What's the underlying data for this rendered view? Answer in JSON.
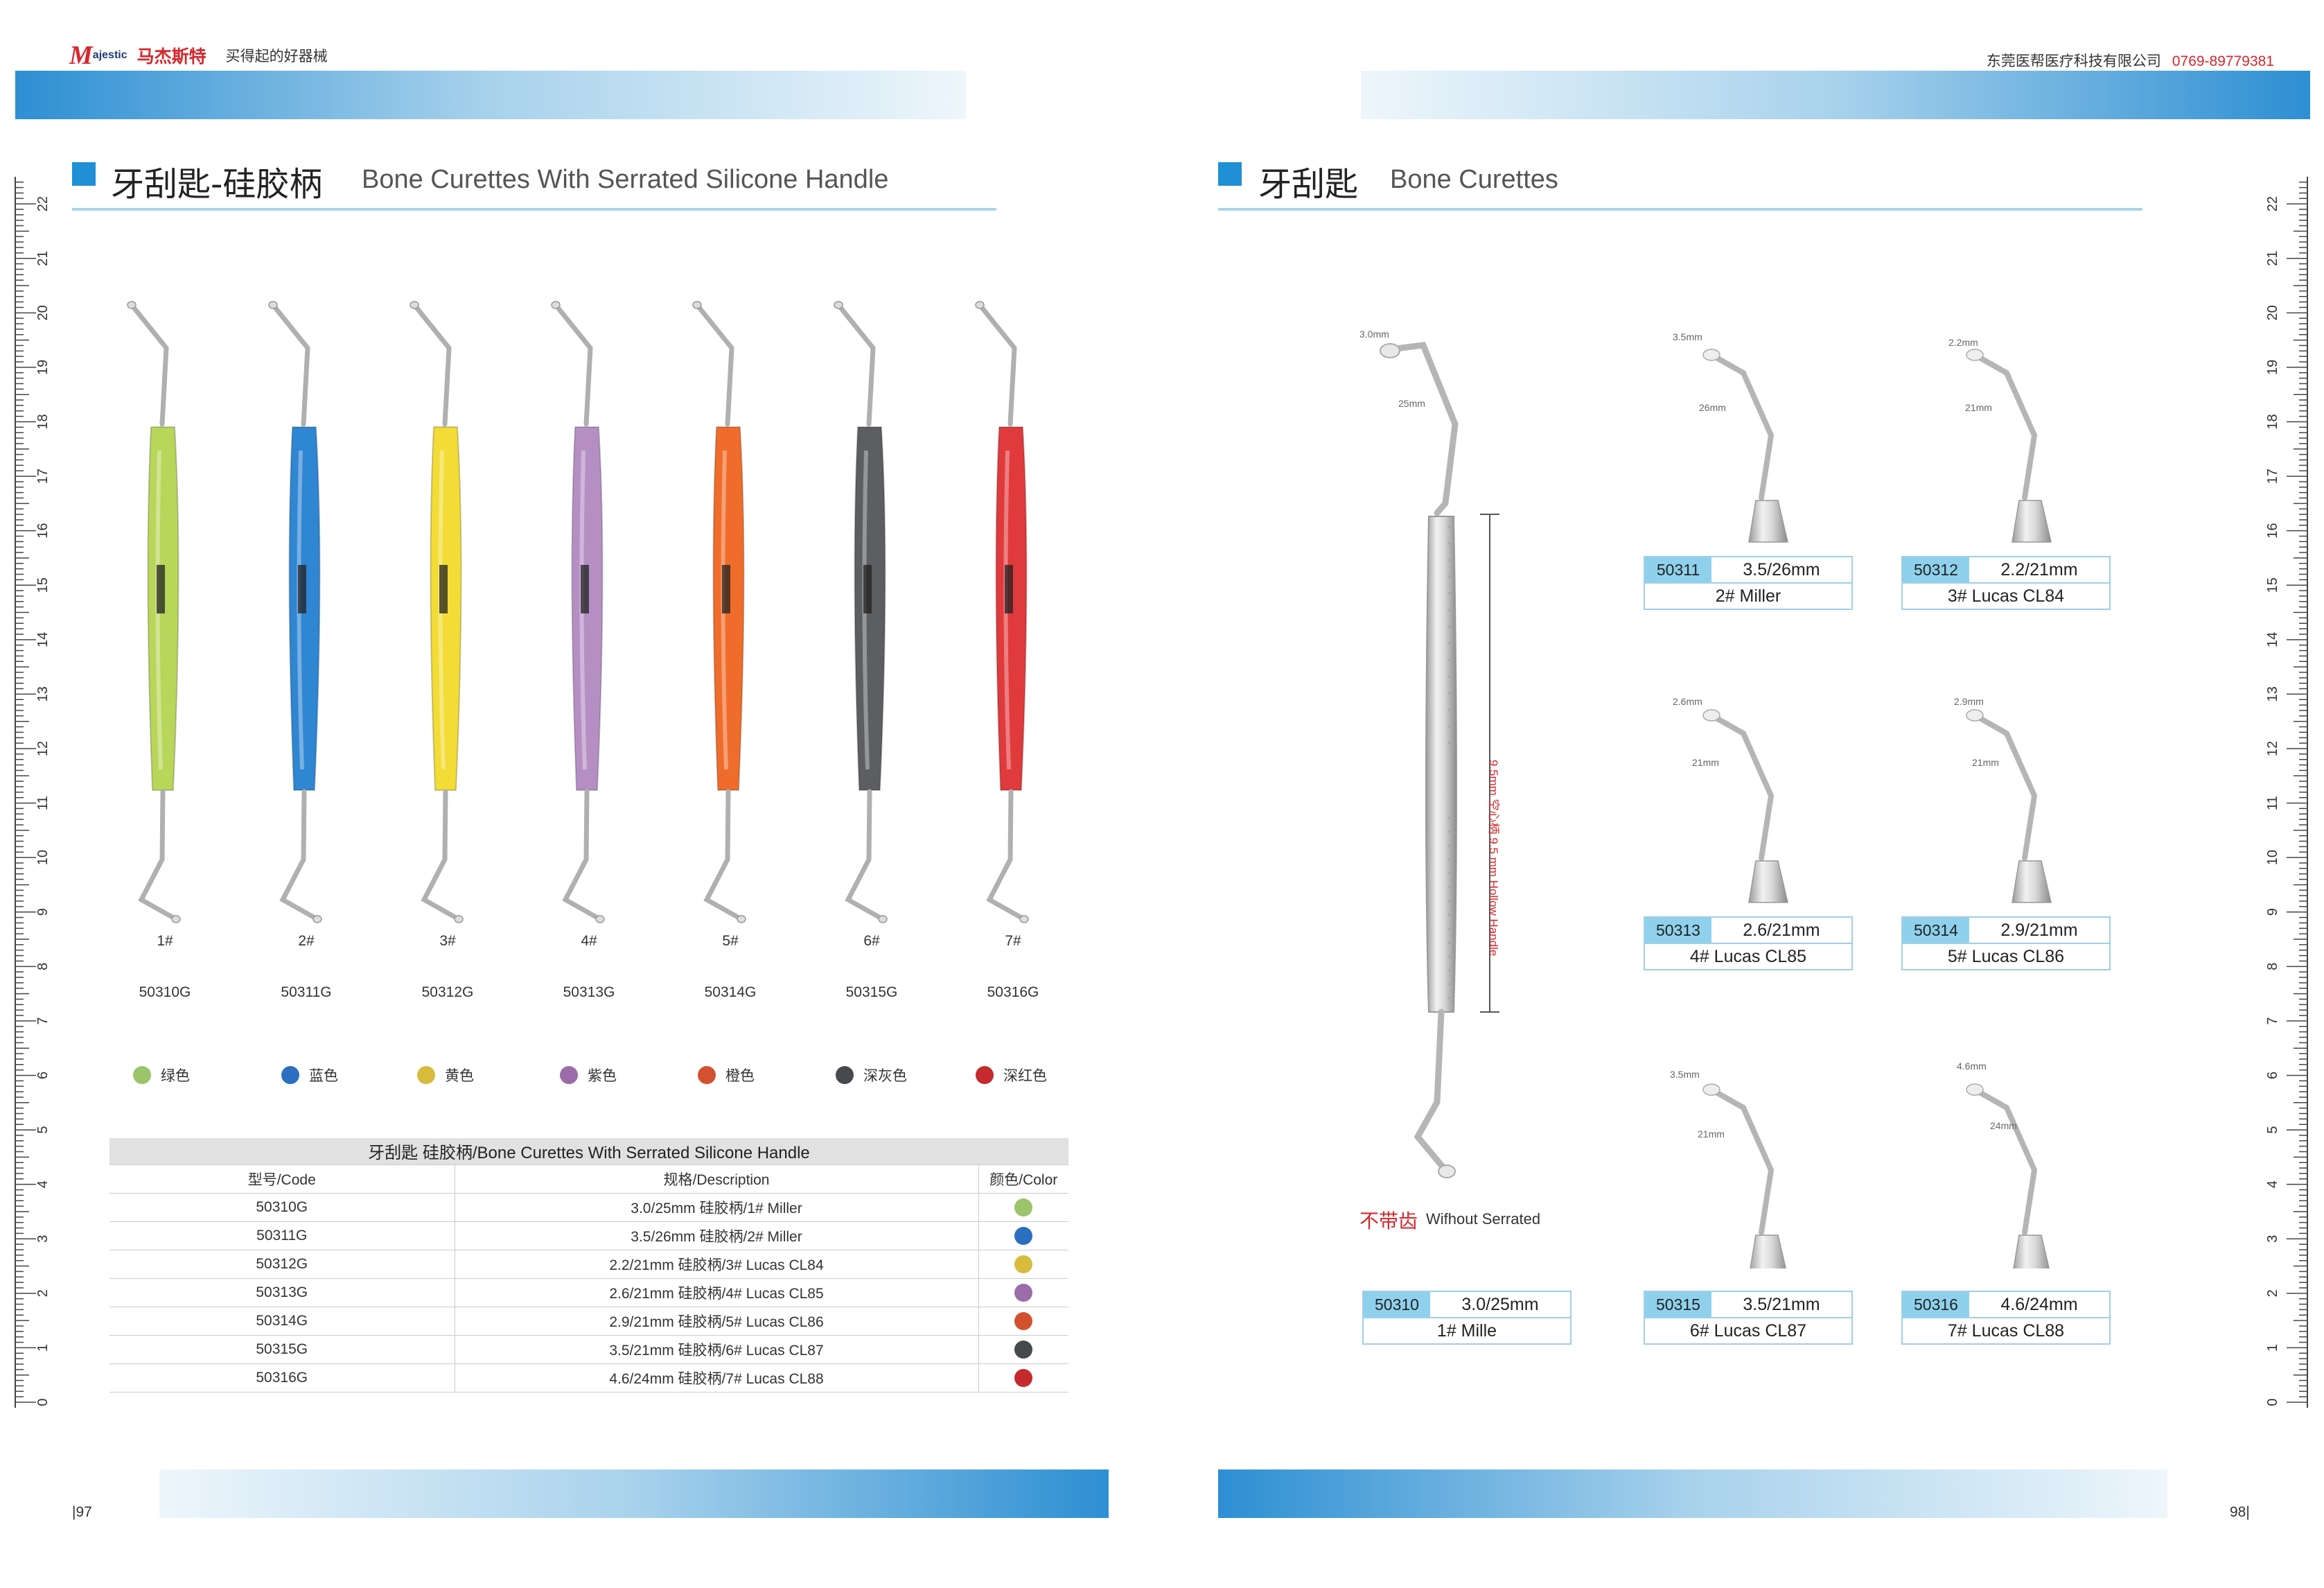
{
  "header": {
    "logo_m": "M",
    "logo_en": "ajestic",
    "logo_cn": "马杰斯特",
    "slogan": "买得起的好器械",
    "company": "东莞医帮医疗科技有限公司",
    "phone": "0769-89779381"
  },
  "left": {
    "title_cn": "牙刮匙-硅胶柄",
    "title_en": "Bone Curettes With Serrated Silicone Handle",
    "instruments": [
      {
        "num": "1#",
        "code": "50310G",
        "color_name": "绿色",
        "color": "#b8d65a",
        "dot": "#9cc46a"
      },
      {
        "num": "2#",
        "code": "50311G",
        "color_name": "蓝色",
        "color": "#2f86d2",
        "dot": "#2a6fc0"
      },
      {
        "num": "3#",
        "code": "50312G",
        "color_name": "黄色",
        "color": "#f2dc35",
        "dot": "#d6bb3c"
      },
      {
        "num": "4#",
        "code": "50313G",
        "color_name": "紫色",
        "color": "#b58fc4",
        "dot": "#9a6ca8"
      },
      {
        "num": "5#",
        "code": "50314G",
        "color_name": "橙色",
        "color": "#f06c2a",
        "dot": "#d3512e"
      },
      {
        "num": "6#",
        "code": "50315G",
        "color_name": "深灰色",
        "color": "#5c5e62",
        "dot": "#48494c"
      },
      {
        "num": "7#",
        "code": "50316G",
        "color_name": "深红色",
        "color": "#e03a3c",
        "dot": "#c42a2e"
      }
    ],
    "table": {
      "caption": "牙刮匙 硅胶柄/Bone Curettes With Serrated Silicone Handle",
      "headers": [
        "型号/Code",
        "规格/Description",
        "颜色/Color"
      ],
      "rows": [
        {
          "code": "50310G",
          "desc": "3.0/25mm 硅胶柄/1# Miller",
          "color": "#9cc46a"
        },
        {
          "code": "50311G",
          "desc": "3.5/26mm 硅胶柄/2# Miller",
          "color": "#2a6fc0"
        },
        {
          "code": "50312G",
          "desc": "2.2/21mm 硅胶柄/3# Lucas CL84",
          "color": "#d6bb3c"
        },
        {
          "code": "50313G",
          "desc": "2.6/21mm 硅胶柄/4# Lucas CL85",
          "color": "#9a6ca8"
        },
        {
          "code": "50314G",
          "desc": "2.9/21mm 硅胶柄/5# Lucas CL86",
          "color": "#d3512e"
        },
        {
          "code": "50315G",
          "desc": "3.5/21mm 硅胶柄/6# Lucas CL87",
          "color": "#48494c"
        },
        {
          "code": "50316G",
          "desc": "4.6/24mm 硅胶柄/7# Lucas CL88",
          "color": "#c42a2e"
        }
      ]
    },
    "page_num": "97"
  },
  "right": {
    "title_cn": "牙刮匙",
    "title_en": "Bone Curettes",
    "main": {
      "dim_top": "3.0mm",
      "dim_len": "25mm",
      "handle_note": "9.5mm 空心柄 9.5 mm Hollow Handle",
      "not_serrated_cn": "不带齿",
      "not_serrated_en": "Wifhout Serrated",
      "code": "50310",
      "spec": "3.0/25mm",
      "name": "1# Mille"
    },
    "tips": [
      {
        "code": "50311",
        "spec": "3.5/26mm",
        "name": "2# Miller",
        "dim_top": "3.5mm",
        "dim_len": "26mm"
      },
      {
        "code": "50312",
        "spec": "2.2/21mm",
        "name": "3# Lucas CL84",
        "dim_top": "2.2mm",
        "dim_len": "21mm"
      },
      {
        "code": "50313",
        "spec": "2.6/21mm",
        "name": "4# Lucas CL85",
        "dim_top": "2.6mm",
        "dim_len": "21mm"
      },
      {
        "code": "50314",
        "spec": "2.9/21mm",
        "name": "5# Lucas CL86",
        "dim_top": "2.9mm",
        "dim_len": "21mm"
      },
      {
        "code": "50315",
        "spec": "3.5/21mm",
        "name": "6# Lucas CL87",
        "dim_top": "3.5mm",
        "dim_len": "21mm"
      },
      {
        "code": "50316",
        "spec": "4.6/24mm",
        "name": "7# Lucas CL88",
        "dim_top": "4.6mm",
        "dim_len": "24mm"
      }
    ],
    "page_num": "98"
  },
  "ruler": {
    "labels": [
      "0",
      "1",
      "2",
      "3",
      "4",
      "5",
      "6",
      "7",
      "8",
      "9",
      "10",
      "11",
      "12",
      "13",
      "14",
      "15",
      "16",
      "17",
      "18",
      "19",
      "20",
      "21",
      "22"
    ]
  }
}
